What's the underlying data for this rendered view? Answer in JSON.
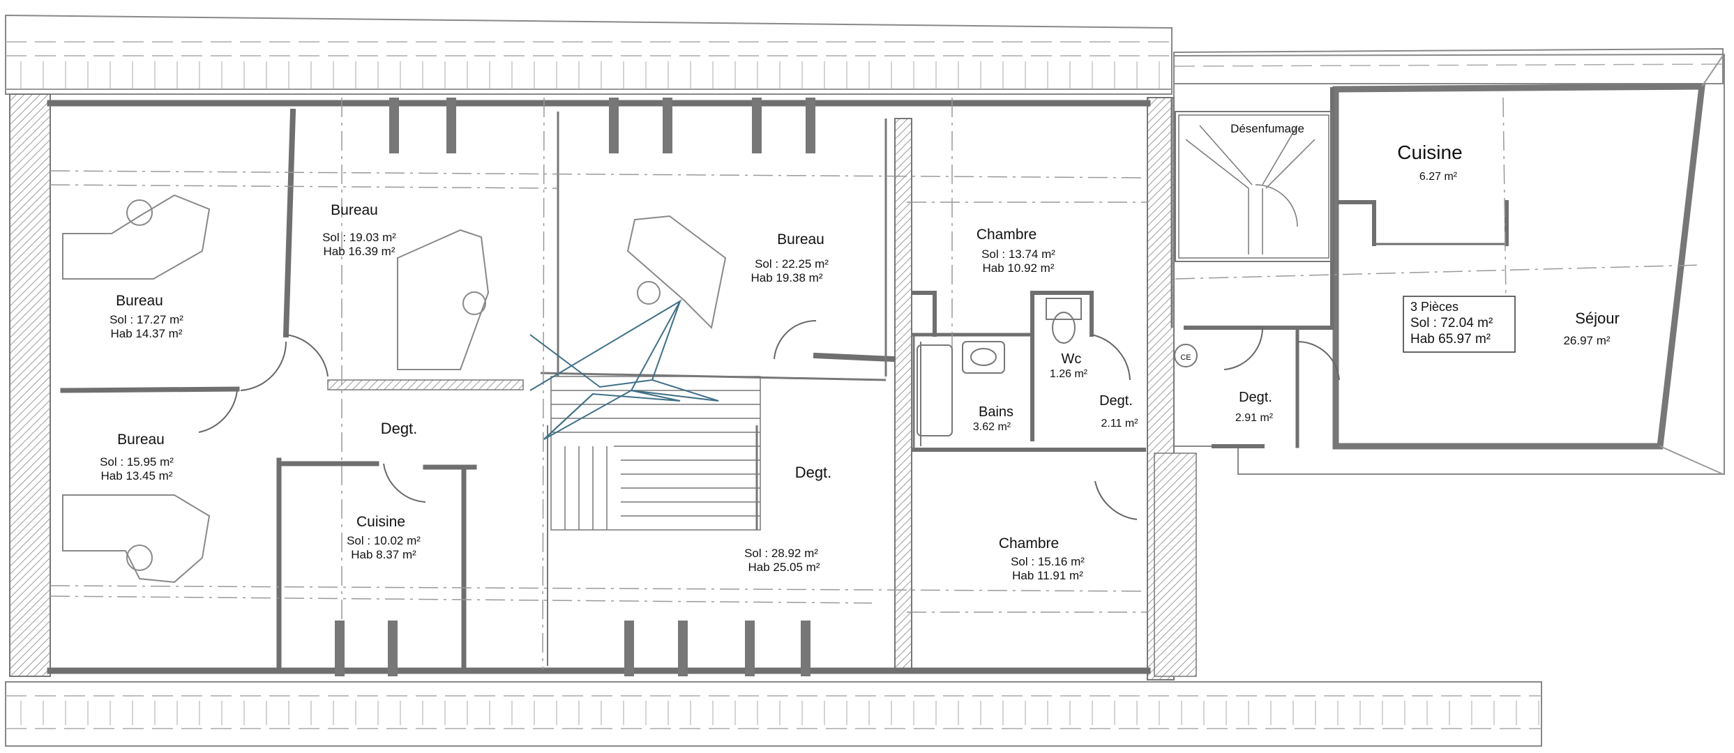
{
  "rooms": {
    "bureau1": {
      "name": "Bureau",
      "sol": "Sol : 17.27 m²",
      "hab": "Hab  14.37 m²"
    },
    "bureau2": {
      "name": "Bureau",
      "sol": "Sol : 19.03 m²",
      "hab": "Hab  16.39 m²"
    },
    "bureau3": {
      "name": "Bureau",
      "sol": "Sol : 22.25 m²",
      "hab": "Hab  19.38 m²"
    },
    "bureau4": {
      "name": "Bureau",
      "sol": "Sol : 15.95 m²",
      "hab": "Hab  13.45 m²"
    },
    "degt_left": {
      "name": "Degt."
    },
    "cuisine_left": {
      "name": "Cuisine",
      "sol": "Sol : 10.02 m²",
      "hab": "Hab    8.37 m²"
    },
    "degt_center": {
      "name": "Degt.",
      "sol": "Sol : 28.92 m²",
      "hab": "Hab  25.05 m²"
    },
    "chambre1": {
      "name": "Chambre",
      "sol": "Sol : 13.74 m²",
      "hab": "Hab  10.92 m²"
    },
    "chambre2": {
      "name": "Chambre",
      "sol": "Sol : 15.16 m²",
      "hab": "Hab  11.91 m²"
    },
    "wc": {
      "name": "Wc",
      "area": "1.26 m²"
    },
    "bains": {
      "name": "Bains",
      "area": "3.62 m²"
    },
    "degt_small": {
      "name": "Degt.",
      "area": "2.11 m²"
    },
    "degt_right": {
      "name": "Degt.",
      "area": "2.91 m²"
    },
    "cuisine_right": {
      "name": "Cuisine",
      "area": "6.27 m²"
    },
    "sejour": {
      "name": "Séjour",
      "area": "26.97 m²"
    }
  },
  "labels": {
    "desenfumage": "Désenfumage",
    "ce": "CE"
  },
  "summary": {
    "pieces": "3 Pièces",
    "sol": "Sol : 72.04 m²",
    "hab": "Hab  65.97 m²"
  },
  "colors": {
    "wall": "#6f6f6f",
    "roof_line": "#7a7a7a",
    "logo": "#3f6f86"
  }
}
